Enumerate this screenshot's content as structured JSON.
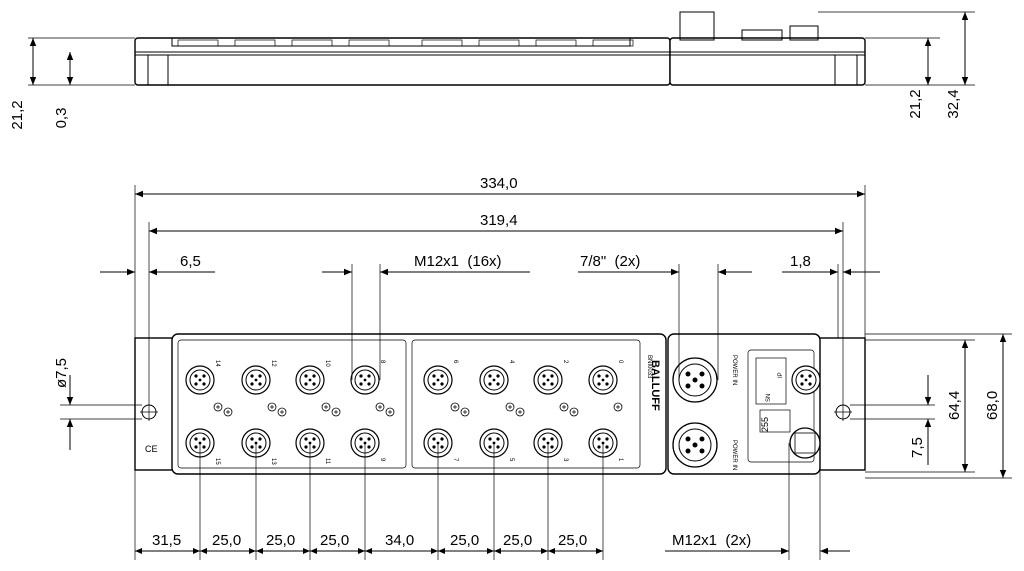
{
  "dimensions": {
    "overall_length": "334,0",
    "hole_spacing": "319,4",
    "hole_offset_left": "6,5",
    "hole_offset_right": "1,8",
    "hole_diameter": "ø7,5",
    "connector_m12": "M12x1  (16x)",
    "connector_78": "7/8\"  (2x)",
    "connector_m12_aux": "M12x1  (2x)",
    "hole_height": "7,5",
    "inner_height": "64,4",
    "overall_height": "68,0",
    "side_left_height": "21,2",
    "side_left_offset": "0,3",
    "side_right_height": "21,2",
    "side_right_total": "32,4",
    "bottom_pitch": [
      "31,5",
      "25,0",
      "25,0",
      "25,0",
      "34,0",
      "25,0",
      "25,0",
      "25,0"
    ]
  },
  "device": {
    "brand": "BALLUFF",
    "model": "BNI0033",
    "ip_rating": "IP",
    "sn": "SN",
    "ip_code": "255",
    "power_in_label": "POWER IN",
    "port_numbers_top": [
      "14",
      "12",
      "10",
      "8",
      "6",
      "4",
      "2",
      "0"
    ],
    "port_numbers_bottom": [
      "15",
      "13",
      "11",
      "9",
      "7",
      "5",
      "3",
      "1"
    ],
    "ce_mark": "CE"
  }
}
